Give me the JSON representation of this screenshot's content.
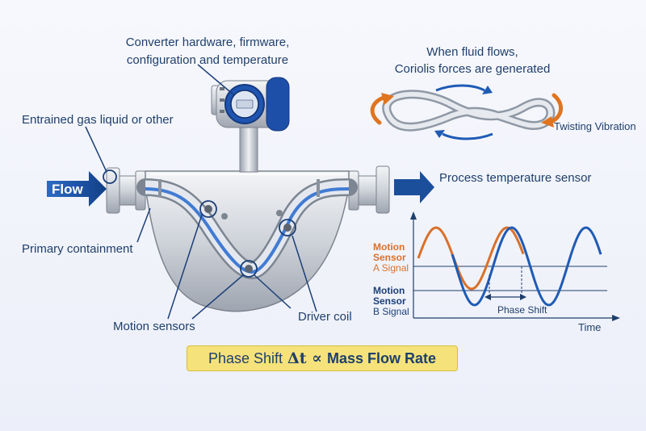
{
  "labels": {
    "converter": [
      "Converter hardware, firmware,",
      "configuration and temperature"
    ],
    "coriolis": [
      "When fluid flows,",
      "Coriolis forces are generated"
    ],
    "twisting": "Twisting Vibration",
    "entrained": "Entrained gas liquid or other",
    "flow": "Flow",
    "process_temp": "Process temperature sensor",
    "primary": "Primary containment",
    "motion_sensors": "Motion sensors",
    "driver_coil": "Driver coil"
  },
  "waveform": {
    "a_label": [
      "Motion",
      "Sensor",
      "A Signal"
    ],
    "b_label": [
      "Motion",
      "Sensor",
      "B Signal"
    ],
    "phase_shift": "Phase Shift",
    "time": "Time"
  },
  "formula": {
    "prefix": "Phase Shift",
    "symbol": "Δt ∝",
    "suffix": "Mass Flow Rate"
  },
  "colors": {
    "accent_blue": "#1b4f9c",
    "signal_a": "#d9712c",
    "signal_b": "#1f5bb5",
    "highlight": "#f6e27a"
  }
}
